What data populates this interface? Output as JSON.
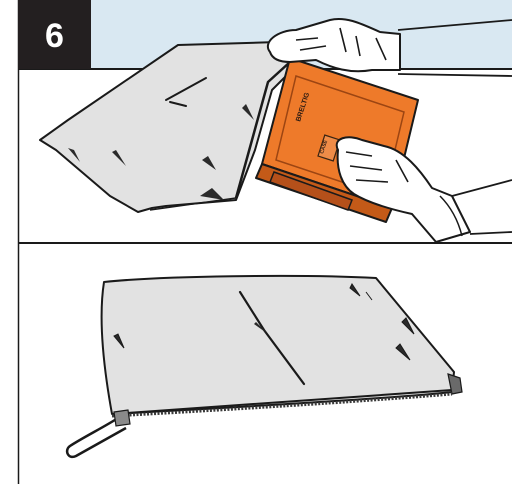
{
  "step": {
    "number": "6"
  },
  "case": {
    "brand": "BRELTIG",
    "label": "CASE"
  },
  "colors": {
    "case_orange": "#ee7a2a",
    "case_orange_dark": "#c45a18",
    "bag_gray": "#e2e2e2",
    "sky_blue": "#d9e8f2",
    "badge_black": "#231f20"
  },
  "icons": [
    "grounding-bag-open-icon",
    "grounding-bag-closed-icon",
    "glove-icon",
    "zipper-pull-icon"
  ]
}
